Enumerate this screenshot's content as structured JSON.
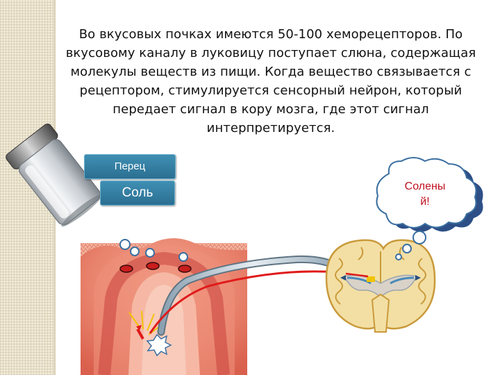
{
  "paragraph": "Во вкусовых почках имеются 50-100 хеморецепторов. По вкусовому каналу в луковицу поступает слюна, содержащая молекулы веществ из пищи. Когда вещество связывается с рецептором, стимулируется сенсорный нейрон, который передает сигнал в кору мозга, где этот сигнал интерпретируется.",
  "labels": {
    "pepper": "Перец",
    "salt": "Соль"
  },
  "thought": {
    "line1": "Солены",
    "line2": "й!"
  },
  "colors": {
    "label_box": "#2f7ca3",
    "thought_text": "#c0101e",
    "signal": "#e01a1a",
    "strip": "#efe9d6"
  }
}
